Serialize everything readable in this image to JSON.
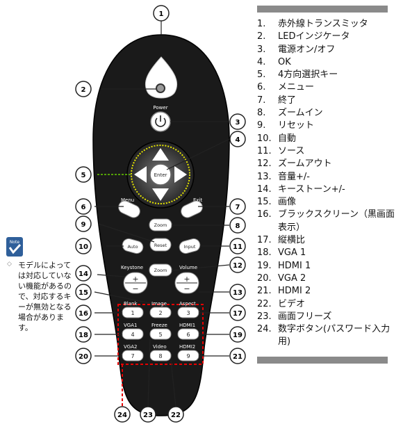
{
  "legend": [
    {
      "num": "1.",
      "text": "赤外線トランスミッタ"
    },
    {
      "num": "2.",
      "text": "LEDインジケータ"
    },
    {
      "num": "3.",
      "text": "電源オン/オフ"
    },
    {
      "num": "4.",
      "text": "OK"
    },
    {
      "num": "5.",
      "text": "4方向選択キー"
    },
    {
      "num": "6.",
      "text": "メニュー"
    },
    {
      "num": "7.",
      "text": "終了"
    },
    {
      "num": "8.",
      "text": "ズームイン"
    },
    {
      "num": "9.",
      "text": "リセット"
    },
    {
      "num": "10.",
      "text": "自動"
    },
    {
      "num": "11.",
      "text": "ソース"
    },
    {
      "num": "12.",
      "text": "ズームアウト"
    },
    {
      "num": "13.",
      "text": "音量+/-"
    },
    {
      "num": "14.",
      "text": "キーストーン+/-"
    },
    {
      "num": "15.",
      "text": "画像"
    },
    {
      "num": "16.",
      "text": "ブラックスクリーン（黒画面表示）"
    },
    {
      "num": "17.",
      "text": "縦横比"
    },
    {
      "num": "18.",
      "text": "VGA 1"
    },
    {
      "num": "19.",
      "text": "HDMI 1"
    },
    {
      "num": "20.",
      "text": "VGA 2"
    },
    {
      "num": "21.",
      "text": "HDMI 2"
    },
    {
      "num": "22.",
      "text": "ビデオ"
    },
    {
      "num": "23.",
      "text": "画面フリーズ"
    },
    {
      "num": "24.",
      "text": "数字ボタン(パスワード入力用)"
    }
  ],
  "note": {
    "icon_label": "Note",
    "text": "モデルによっては対応していない機能があるので、対応するキーが無効となる場合があります。"
  },
  "remote": {
    "power": "Power",
    "enter": "Enter",
    "menu": "Menu",
    "exit": "Exit",
    "zoom": "Zoom",
    "reset": "Reset",
    "auto": "Auto",
    "input": "Input",
    "keystone": "Keystone",
    "volume": "Volume",
    "plus": "+",
    "minus": "−",
    "blank": "Blank",
    "image": "Image",
    "aspect": "Aspect",
    "vga1": "VGA1",
    "freeze": "Freeze",
    "hdmi1": "HDMI1",
    "vga2": "VGA2",
    "video": "Video",
    "hdmi2": "HDMI2",
    "n1": "1",
    "n2": "2",
    "n3": "3",
    "n4": "4",
    "n5": "5",
    "n6": "6",
    "n7": "7",
    "n8": "8",
    "n9": "9"
  },
  "callouts": [
    "1",
    "2",
    "3",
    "4",
    "5",
    "6",
    "7",
    "8",
    "9",
    "10",
    "11",
    "12",
    "13",
    "14",
    "15",
    "16",
    "17",
    "18",
    "19",
    "20",
    "21",
    "22",
    "23",
    "24"
  ]
}
